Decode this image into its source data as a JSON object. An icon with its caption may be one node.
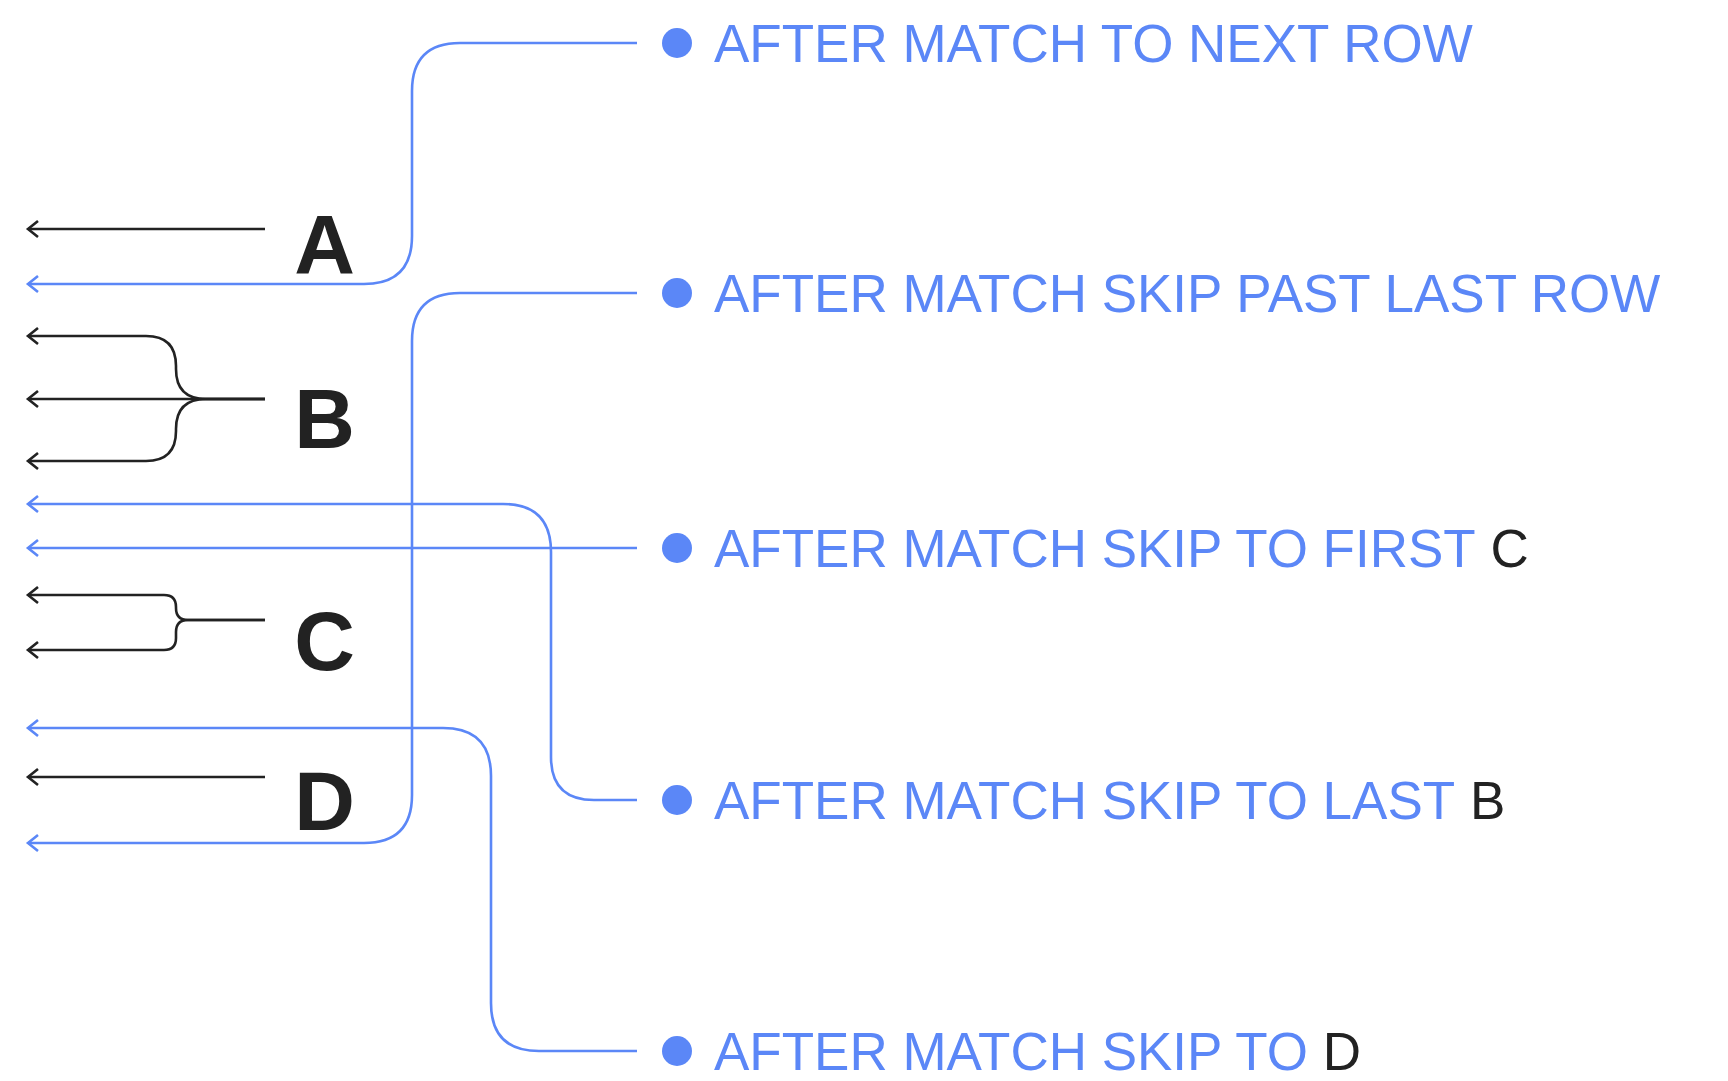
{
  "diagram": {
    "nodes": [
      {
        "text": [
          "A"
        ]
      },
      {
        "text": [
          "B"
        ]
      },
      {
        "text": [
          "C"
        ]
      },
      {
        "text": [
          "D"
        ]
      },
      {
        "text": [
          "AFTER MATCH TO NEXT ROW"
        ]
      },
      {
        "text": [
          "AFTER MATCH SKIP PAST LAST ROW"
        ]
      },
      {
        "text": [
          "AFTER MATCH SKIP TO FIRST",
          "C"
        ]
      },
      {
        "text": [
          "AFTER MATCH SKIP TO LAST",
          "B"
        ]
      },
      {
        "text": [
          "AFTER MATCH SKIP TO",
          "D"
        ]
      }
    ],
    "edges": [
      {
        "from": 0,
        "to": null,
        "arrow": "to"
      },
      {
        "from": 1,
        "to": null,
        "arrow": "to"
      },
      {
        "from": 1,
        "to": null,
        "arrow": "to"
      },
      {
        "from": 1,
        "to": null,
        "arrow": "to"
      },
      {
        "from": 2,
        "to": null,
        "arrow": "to"
      },
      {
        "from": 2,
        "to": null,
        "arrow": "to"
      },
      {
        "from": 3,
        "to": null,
        "arrow": "to"
      },
      {
        "from": 4,
        "to": null,
        "arrow": "to",
        "color": "#5b87f7"
      },
      {
        "from": 5,
        "to": null,
        "arrow": "to",
        "color": "#5b87f7"
      },
      {
        "from": 6,
        "to": null,
        "arrow": "to",
        "color": "#5b87f7"
      },
      {
        "from": 7,
        "to": null,
        "arrow": "to",
        "color": "#5b87f7"
      },
      {
        "from": 8,
        "to": null,
        "arrow": "to",
        "color": "#5b87f7"
      }
    ]
  }
}
